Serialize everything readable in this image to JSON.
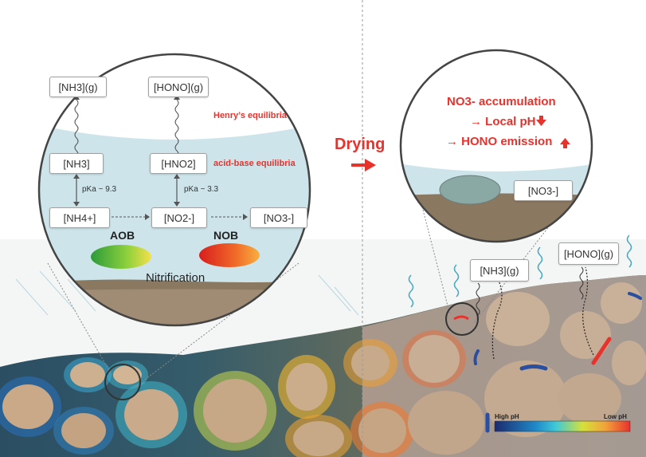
{
  "left_circle": {
    "nh3_gas": "[NH3](g)",
    "hono_gas": "[HONO](g)",
    "henry_label": "Henry’s equilibria",
    "nh3_aq": "[NH3]",
    "hno2_aq": "[HNO2]",
    "acid_base_label": "acid-base equilibria",
    "pka1": "pKa ~ 9.3",
    "pka2": "pKa ~ 3.3",
    "nh4": "[NH4+]",
    "no2": "[NO2-]",
    "no3": "[NO3-]",
    "aob": "AOB",
    "nob": "NOB",
    "nitrification": "Nitrification"
  },
  "center": {
    "drying": "Drying",
    "arrow_color": "#e8322c"
  },
  "right_circle": {
    "line1": "NO3- accumulation",
    "line2": "→ Local pH",
    "line3": "→ HONO emission",
    "no3": "[NO3-]"
  },
  "right_panel": {
    "nh3_gas": "[NH3](g)",
    "hono_gas": "[HONO](g)"
  },
  "colorbar": {
    "high_label": "High pH",
    "low_label": "Low pH",
    "colors": [
      "#1c2a6e",
      "#1e88c8",
      "#3fc8d8",
      "#d6e03a",
      "#f3a23a",
      "#e8322c"
    ]
  }
}
